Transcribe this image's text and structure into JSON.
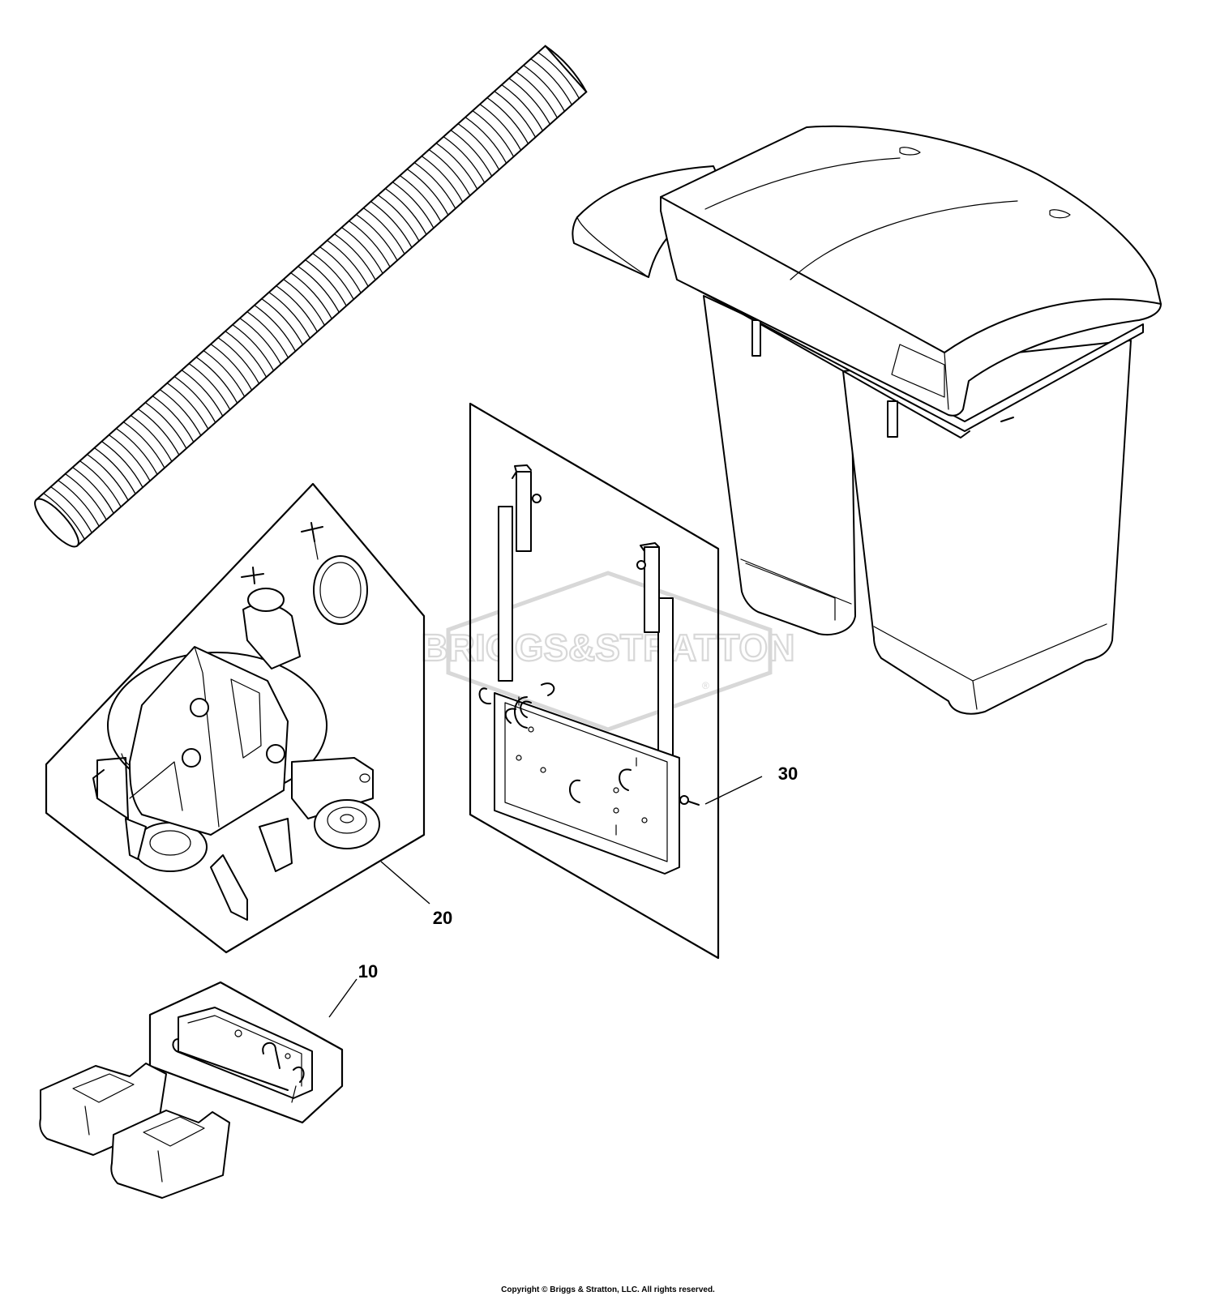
{
  "watermark": {
    "text": "BRIGGS&STRATTON",
    "registered_mark": "®",
    "color": "#d8d8d8"
  },
  "callouts": [
    {
      "id": "10",
      "label": "10"
    },
    {
      "id": "20",
      "label": "20"
    },
    {
      "id": "30",
      "label": "30"
    }
  ],
  "footer": {
    "copyright": "Copyright © Briggs & Stratton, LLC. All rights reserved."
  }
}
